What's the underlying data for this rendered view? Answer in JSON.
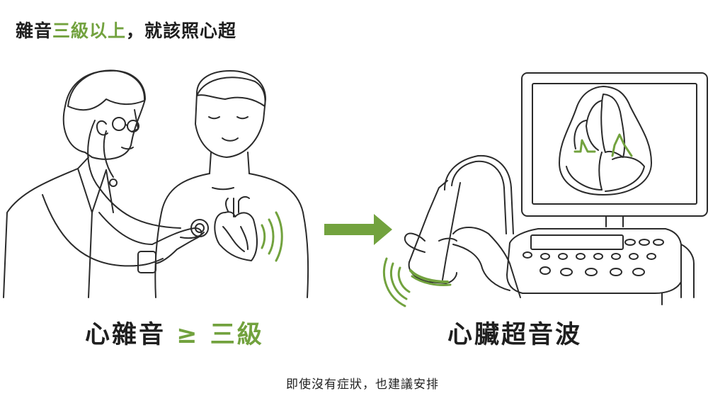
{
  "title": {
    "part1": "雜音",
    "highlight": "三級以上",
    "part2": "，就該照心超"
  },
  "left_caption": {
    "text": "心雜音",
    "highlight": "≥ 三級"
  },
  "right_caption": {
    "text": "心臟超音波"
  },
  "note": "即使沒有症狀，也建議安排",
  "colors": {
    "accent": "#72a23e",
    "line": "#2b2b2b",
    "text": "#1f1f1f"
  },
  "icons": [
    "doctor-figure",
    "stethoscope",
    "patient-figure",
    "heart",
    "sound-waves",
    "arrow-right",
    "ultrasound-monitor",
    "heart-echo-image",
    "ultrasound-probe",
    "hand",
    "control-panel"
  ]
}
